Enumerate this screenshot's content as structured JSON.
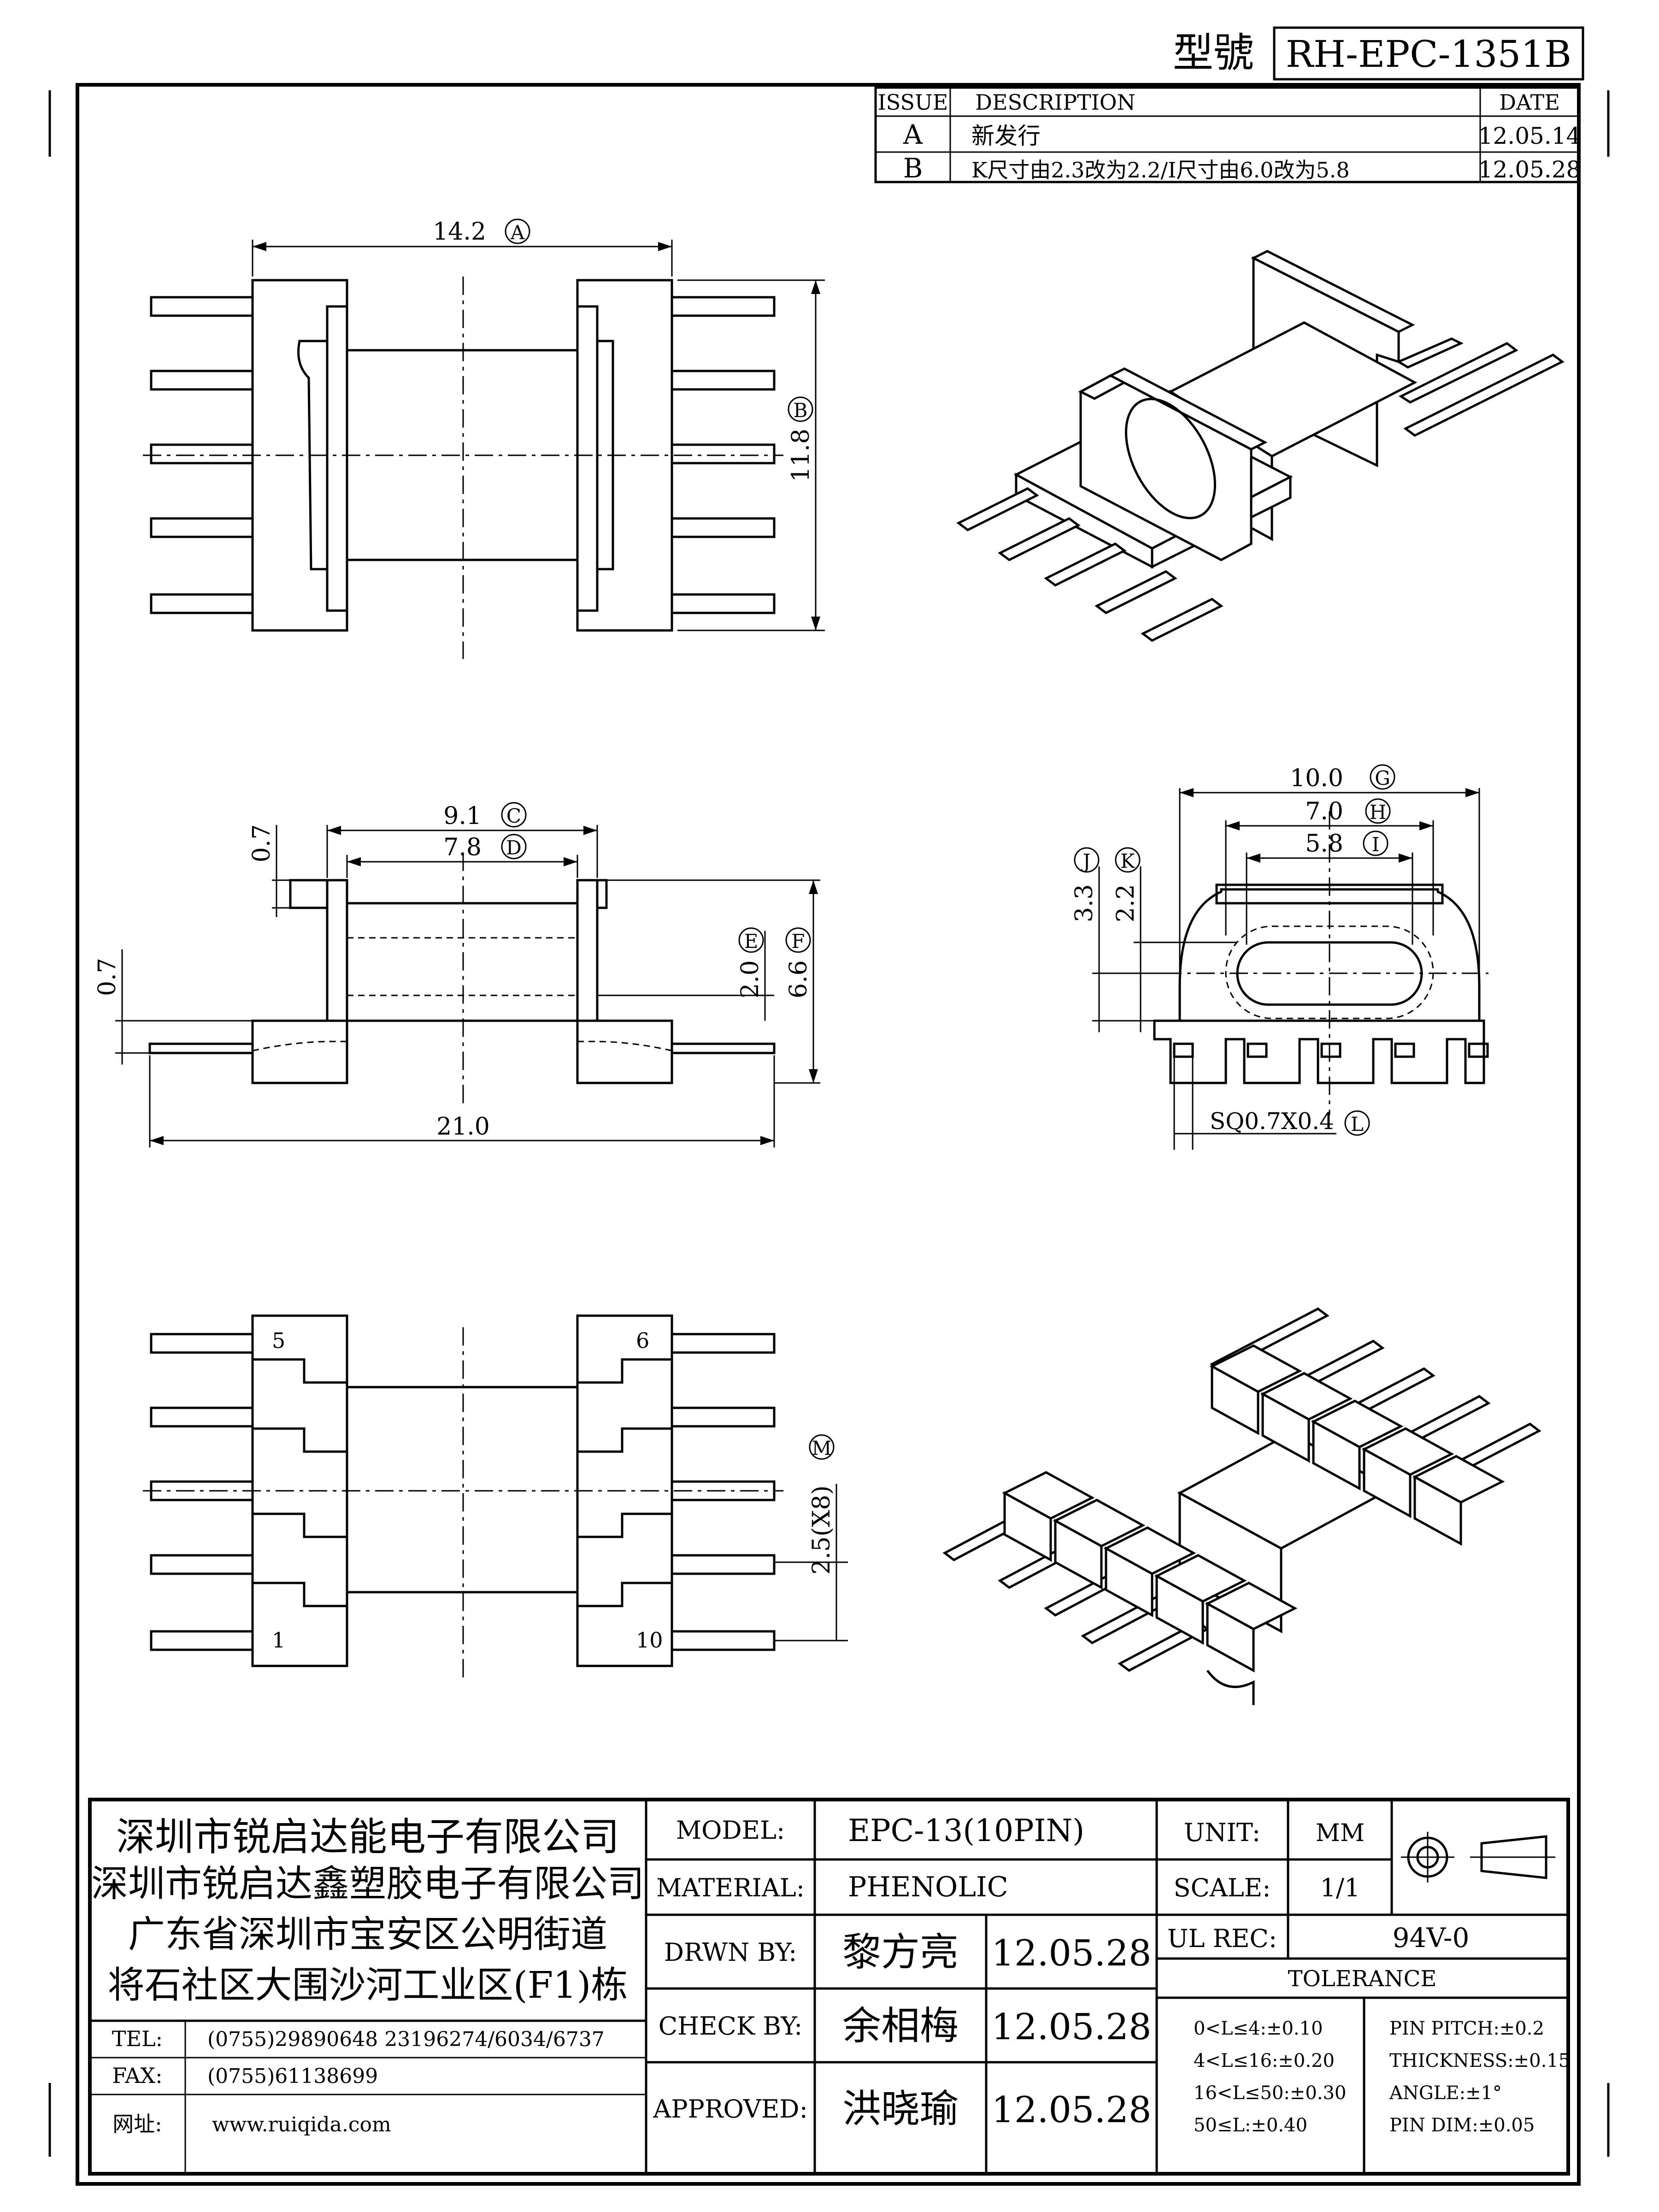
{
  "header": {
    "model_label": "型號",
    "model_no": "RH-EPC-1351B"
  },
  "revisions": {
    "headers": [
      "ISSUE",
      "DESCRIPTION",
      "DATE"
    ],
    "rows": [
      {
        "issue": "A",
        "description": "新发行",
        "date": "12.05.14"
      },
      {
        "issue": "B",
        "description": "K尺寸由2.3改为2.2/I尺寸由6.0改为5.8",
        "date": "12.05.28"
      }
    ]
  },
  "dimensions": {
    "A": {
      "value": "14.2",
      "tag": "A"
    },
    "B": {
      "value": "11.8",
      "tag": "B"
    },
    "C": {
      "value": "9.1",
      "tag": "C"
    },
    "D": {
      "value": "7.8",
      "tag": "D"
    },
    "E": {
      "value": "2.0",
      "tag": "E"
    },
    "F": {
      "value": "6.6",
      "tag": "F"
    },
    "G": {
      "value": "10.0",
      "tag": "G"
    },
    "H": {
      "value": "7.0",
      "tag": "H"
    },
    "I": {
      "value": "5.8",
      "tag": "I"
    },
    "J": {
      "value": "3.3",
      "tag": "J"
    },
    "K": {
      "value": "2.2",
      "tag": "K"
    },
    "L": {
      "value": "SQ0.7X0.4",
      "tag": "L"
    },
    "M": {
      "value": "2.5(X8)",
      "tag": "M"
    },
    "flange_top": "0.7",
    "pin_offset": "0.7",
    "overall": "21.0"
  },
  "pins": {
    "p1": "1",
    "p5": "5",
    "p6": "6",
    "p10": "10"
  },
  "company": {
    "lines": [
      "深圳市锐启达能电子有限公司",
      "深圳市锐启达鑫塑胶电子有限公司",
      "广东省深圳市宝安区公明街道",
      "将石社区大围沙河工业区(F1)栋"
    ],
    "tel_label": "TEL:",
    "tel": "(0755)29890648   23196274/6034/6737",
    "fax_label": "FAX:",
    "fax": "(0755)61138699",
    "web_label": "网址:",
    "web": "www.ruiqida.com"
  },
  "titleblock": {
    "model_label": "MODEL:",
    "model": "EPC-13(10PIN)",
    "material_label": "MATERIAL:",
    "material": "PHENOLIC",
    "drawn_label": "DRWN BY:",
    "drawn_name": "黎方亮",
    "drawn_date": "12.05.28",
    "check_label": "CHECK BY:",
    "check_name": "余相梅",
    "check_date": "12.05.28",
    "approved_label": "APPROVED:",
    "approved_name": "洪晓瑜",
    "approved_date": "12.05.28",
    "unit_label": "UNIT:",
    "unit": "MM",
    "scale_label": "SCALE:",
    "scale": "1/1",
    "ul_label": "UL REC:",
    "ul": "94V-0",
    "tolerance_label": "TOLERANCE",
    "tol_left": [
      "0<L≤4:±0.10",
      "4<L≤16:±0.20",
      "16<L≤50:±0.30",
      "50≤L:±0.40"
    ],
    "tol_right": [
      "PIN PITCH:±0.2",
      "THICKNESS:±0.15",
      "ANGLE:±1°",
      "PIN DIM:±0.05"
    ]
  }
}
